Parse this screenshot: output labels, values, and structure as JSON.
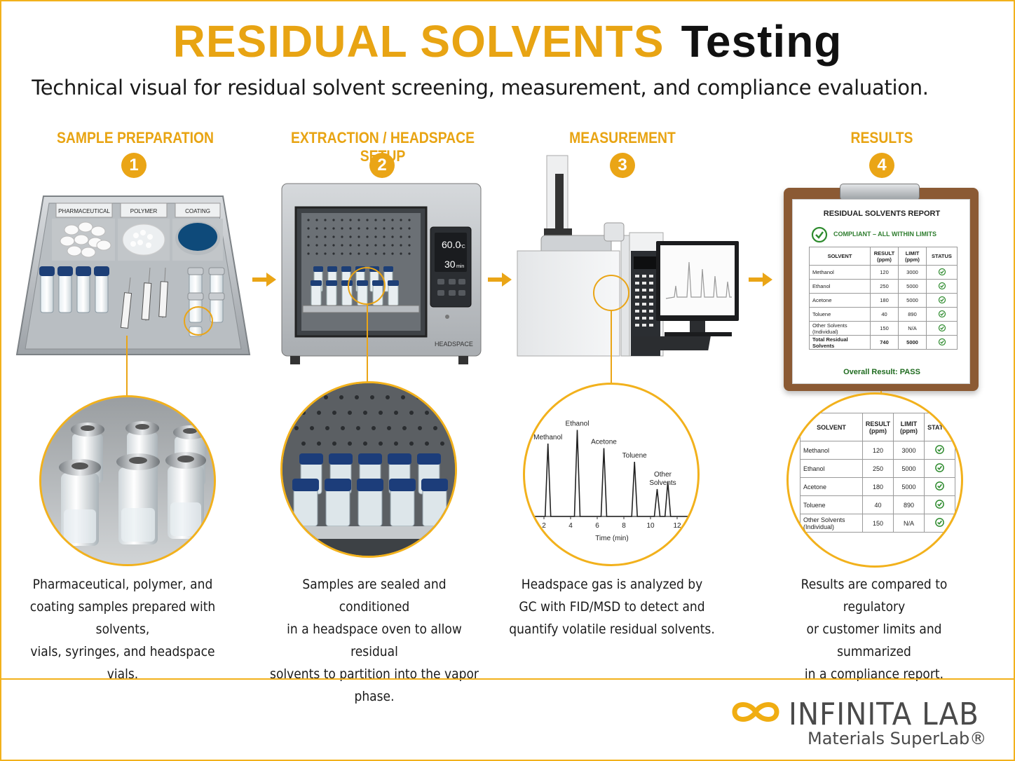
{
  "header": {
    "title_accent": "RESIDUAL SOLVENTS",
    "title_rest": "Testing",
    "subtitle": "Technical visual for residual solvent screening, measurement, and compliance evaluation."
  },
  "steps": [
    {
      "number": "1",
      "title": "SAMPLE PREPARATION",
      "caption": [
        "Pharmaceutical, polymer, and",
        "coating samples prepared with solvents,",
        "vials, syringes, and headspace vials."
      ],
      "tray_labels": [
        "PHARMACEUTICAL",
        "POLYMER",
        "COATING"
      ]
    },
    {
      "number": "2",
      "title": "EXTRACTION / HEADSPACE SETUP",
      "caption": [
        "Samples are sealed and conditioned",
        "in a headspace oven to allow residual",
        "solvents to partition into the vapor phase."
      ],
      "oven_temp": "60.0",
      "oven_temp_unit": "°C",
      "oven_time": "30",
      "oven_time_unit": "min",
      "oven_label": "HEADSPACE"
    },
    {
      "number": "3",
      "title": "MEASUREMENT",
      "caption": [
        "Headspace gas is analyzed by",
        "GC with FID/MSD to detect and",
        "quantify volatile residual solvents."
      ]
    },
    {
      "number": "4",
      "title": "RESULTS",
      "caption": [
        "Results are compared to regulatory",
        "or customer limits and summarized",
        "in a compliance report."
      ]
    }
  ],
  "report": {
    "title": "RESIDUAL SOLVENTS REPORT",
    "compliance": "COMPLIANT – ALL WITHIN LIMITS",
    "headers": [
      "SOLVENT",
      "RESULT (ppm)",
      "LIMIT (ppm)",
      "STATUS"
    ],
    "rows": [
      {
        "solvent": "Methanol",
        "result": "120",
        "limit": "3000"
      },
      {
        "solvent": "Ethanol",
        "result": "250",
        "limit": "5000"
      },
      {
        "solvent": "Acetone",
        "result": "180",
        "limit": "5000"
      },
      {
        "solvent": "Toluene",
        "result": "40",
        "limit": "890"
      },
      {
        "solvent": "Other Solvents (Individual)",
        "result": "150",
        "limit": "N/A"
      }
    ],
    "total": {
      "solvent": "Total Residual Solvents",
      "result": "740",
      "limit": "5000"
    },
    "overall_label": "Overall Result:",
    "overall_value": "PASS"
  },
  "chart_data": {
    "type": "line",
    "title": "",
    "xlabel": "Time (min)",
    "ylabel": "",
    "xlim": [
      1,
      13
    ],
    "x_ticks": [
      2,
      4,
      6,
      8,
      10,
      12
    ],
    "grid": false,
    "peaks": [
      {
        "name": "Methanol",
        "x": 2.3,
        "height": 0.8
      },
      {
        "name": "Ethanol",
        "x": 4.5,
        "height": 0.95
      },
      {
        "name": "Acetone",
        "x": 6.5,
        "height": 0.75
      },
      {
        "name": "Toluene",
        "x": 8.8,
        "height": 0.6
      },
      {
        "name": "Other Solvents",
        "x": 10.5,
        "height": 0.3
      },
      {
        "name": "",
        "x": 11.3,
        "height": 0.38
      }
    ]
  },
  "brand": {
    "name": "INFINITA LAB",
    "tagline": "Materials SuperLab®"
  },
  "colors": {
    "accent": "#e8a413",
    "border": "#f2b11c",
    "pass_green": "#2e8b2e"
  }
}
